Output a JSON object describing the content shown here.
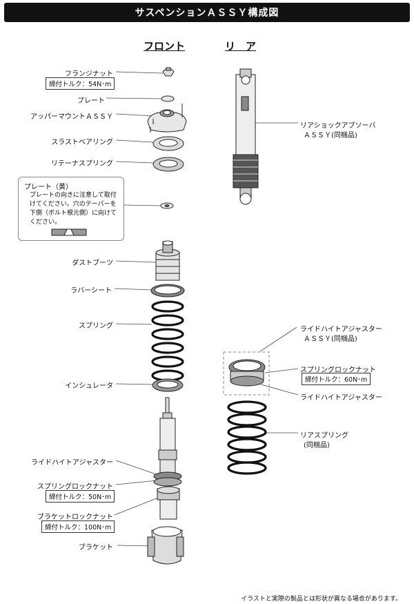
{
  "title": "サスペンションＡＳＳＹ構成図",
  "headings": {
    "front": "フロント",
    "rear": "リ　ア"
  },
  "front_parts": {
    "flange_nut": "フランジナット",
    "flange_nut_torque": "締付トルク：54N･m",
    "plate": "プレート",
    "upper_mount": "アッパーマウントＡＳＳＹ",
    "thrust_bearing": "スラストベアリング",
    "retainer_spring": "リテーナスプリング",
    "dust_boot": "ダストブーツ",
    "rubber_sheet": "ラバーシート",
    "spring": "スプリング",
    "insulator": "インシュレータ",
    "ride_height_adjuster": "ライドハイトアジャスター",
    "spring_lock_nut": "スプリングロックナット",
    "spring_lock_nut_torque": "締付トルク：50N･m",
    "bracket_lock_nut": "ブラケットロックナット",
    "bracket_lock_nut_torque": "締付トルク：100N･m",
    "bracket": "ブラケット"
  },
  "note": {
    "title": "プレート（黄）",
    "body": "プレートの向きに注意して取付けてください。穴のテーパーを下側（ボルト根元側）に向けてください。"
  },
  "rear_parts": {
    "shock_line1": "リアショックアブソーバ",
    "shock_line2": "ＡＳＳＹ(同梱品)",
    "rh_assy_line1": "ライドハイトアジャスター",
    "rh_assy_line2": "ＡＳＳＹ(同梱品)",
    "spring_lock_nut": "スプリングロックナット",
    "spring_lock_nut_torque": "締付トルク：60N･m",
    "ride_height_adjuster": "ライドハイトアジャスター",
    "rear_spring_line1": "リアスプリング",
    "rear_spring_line2": "(同梱品)"
  },
  "footer": "イラストと実際の製品とは形状が異なる場合があります。"
}
